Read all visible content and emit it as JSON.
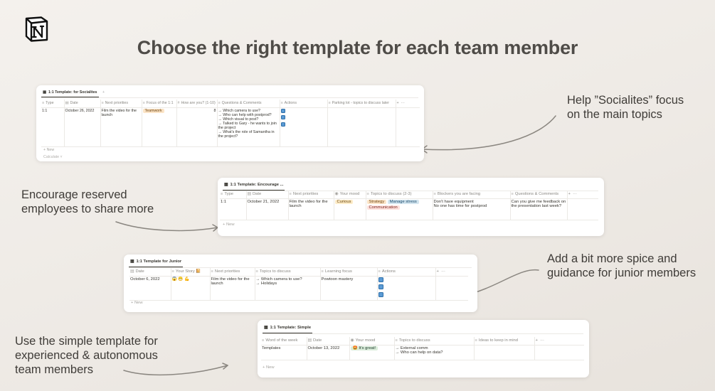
{
  "headline": "Choose the right template for each team member",
  "captions": {
    "socialites": [
      "Help ”Socialites” focus",
      "on the main topics"
    ],
    "reserved": [
      "Encourage reserved",
      "employees to share more"
    ],
    "junior": [
      "Add a bit more spice and",
      "guidance for junior members"
    ],
    "simple": [
      "Use the simple template for",
      "experienced & autonomous",
      "team members"
    ]
  },
  "common": {
    "new_label": "+ New",
    "calculate_label": "Calculate ˅",
    "add_prop": "+",
    "more": "···",
    "tab_plus": "+"
  },
  "card1": {
    "tab": "1:1 Template: for Socialites",
    "headers": [
      "Type",
      "Date",
      "Next priorities",
      "Focus of the 1:1",
      "How are you? (1-10)",
      "Questions & Comments",
      "Actions",
      "Parking lot - topics to discuss later"
    ],
    "row": {
      "type": "1:1",
      "date": "October 26, 2022",
      "next": "Film the video for the launch",
      "focus": "Teamwork",
      "how": "8",
      "questions": [
        "→ Which camera to use?",
        "→ Who can help with postprod?",
        "→ Which visual to post?",
        "→ Talked to Gary - he wants to join the project",
        "→ What's the role of Samantha in the project?"
      ]
    }
  },
  "card2": {
    "tab": "1:1 Template: Encourage ...",
    "headers": [
      "Type",
      "Date",
      "Next priorities",
      "Your mood",
      "Topics to discuss (2-3)",
      "Blockers you are facing",
      "Questions & Comments"
    ],
    "row": {
      "type": "1:1",
      "date": "October 21, 2022",
      "next": "Film the video for the launch",
      "mood": "Curious",
      "topics": [
        "Strategy",
        "Manage stress",
        "Communication"
      ],
      "blockers": [
        "Don't have equipment",
        "No one has time for postprod"
      ],
      "questions": "Can you give me feedback on the presentation last week?"
    }
  },
  "card3": {
    "tab": "1:1 Template for Junior",
    "headers": [
      "Date",
      "Your Story 📔",
      "Next priorities",
      "Topics to discuss",
      "Learning focus",
      "Actions"
    ],
    "row": {
      "date": "October 6, 2022",
      "story": "😱 😁 💪",
      "next": "Film the video for the launch",
      "topics": [
        "→ Which camera to use?",
        "→ Holidays"
      ],
      "learning": "Powtoon mastery"
    }
  },
  "card4": {
    "tab": "1:1 Template: Simple",
    "headers": [
      "Word of the week",
      "Date",
      "Your mood",
      "Topics to discuss",
      "Ideas to keep in mind"
    ],
    "row": {
      "word": "Templates",
      "date": "October 13, 2022",
      "mood": "🤩 It's great!",
      "topics": [
        "→ External comm",
        "→ Who can help on data?"
      ]
    }
  },
  "colors": {
    "tag_orange": "#fbe4c7",
    "tag_blue": "#d3e5ef",
    "tag_red": "#ffe2dd",
    "tag_green": "#dbeddb",
    "checkbox": "#5b9bd5",
    "arrow": "#8b8781"
  }
}
